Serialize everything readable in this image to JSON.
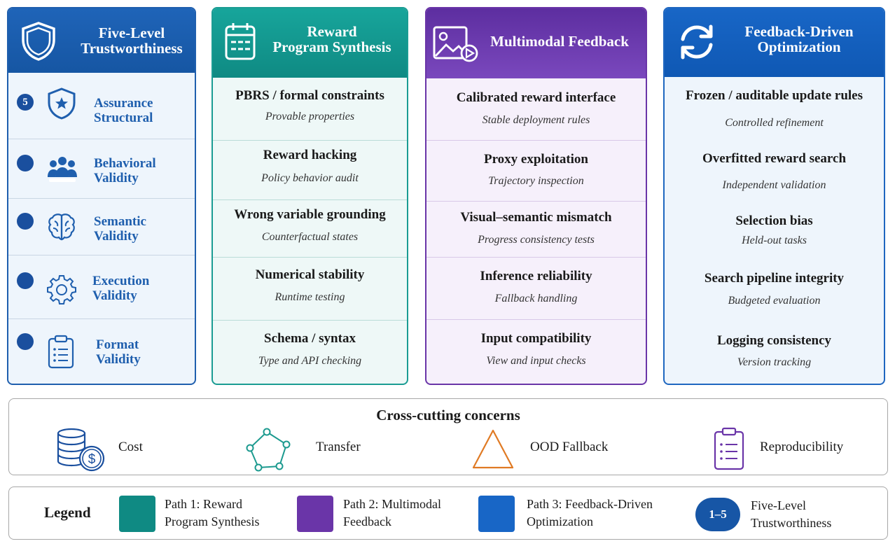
{
  "columns": {
    "levels": {
      "title_line1": "Five-Level",
      "title_line2": "Trustworthiness",
      "items": [
        {
          "badge": "5",
          "line1": "Assurance",
          "line2": "Structural",
          "icon": "shield-star-icon"
        },
        {
          "badge": "",
          "line1": "Behavioral",
          "line2": "Validity",
          "icon": "people-icon"
        },
        {
          "badge": "",
          "line1": "Semantic",
          "line2": "Validity",
          "icon": "brain-icon"
        },
        {
          "badge": "",
          "line1": "Execution",
          "line2": "Validity",
          "icon": "gear-icon"
        },
        {
          "badge": "",
          "line1": "Format",
          "line2": "Validity",
          "icon": "clipboard-list-icon"
        }
      ]
    },
    "reward": {
      "title_line1": "Reward",
      "title_line2": "Program Synthesis",
      "items": [
        {
          "title": "PBRS / formal constraints",
          "sub": "Provable properties"
        },
        {
          "title": "Reward hacking",
          "sub": "Policy behavior audit"
        },
        {
          "title": "Wrong variable grounding",
          "sub": "Counterfactual states"
        },
        {
          "title": "Numerical stability",
          "sub": "Runtime testing"
        },
        {
          "title": "Schema / syntax",
          "sub": "Type and API checking"
        }
      ]
    },
    "multimodal": {
      "title": "Multimodal Feedback",
      "items": [
        {
          "title": "Calibrated reward interface",
          "sub": "Stable deployment rules"
        },
        {
          "title": "Proxy exploitation",
          "sub": "Trajectory inspection"
        },
        {
          "title": "Visual–semantic mismatch",
          "sub": "Progress consistency tests"
        },
        {
          "title": "Inference reliability",
          "sub": "Fallback handling"
        },
        {
          "title": "Input compatibility",
          "sub": "View and input checks"
        }
      ]
    },
    "feedback": {
      "title_line1": "Feedback-Driven",
      "title_line2": "Optimization",
      "items": [
        {
          "title": "Frozen / auditable update rules",
          "sub": "Controlled refinement"
        },
        {
          "title": "Overfitted reward search",
          "sub": "Independent validation"
        },
        {
          "title": "Selection bias",
          "sub": "Held-out tasks"
        },
        {
          "title": "Search pipeline integrity",
          "sub": "Budgeted evaluation"
        },
        {
          "title": "Logging consistency",
          "sub": "Version tracking"
        }
      ]
    }
  },
  "cross_cutting": {
    "title": "Cross-cutting concerns",
    "items": [
      {
        "label": "Cost",
        "icon": "coins-dollar-icon"
      },
      {
        "label": "Transfer",
        "icon": "pentagon-network-icon"
      },
      {
        "label": "OOD Fallback",
        "icon": "triangle-icon"
      },
      {
        "label": "Reproducibility",
        "icon": "clipboard-list-icon"
      }
    ]
  },
  "legend": {
    "title": "Legend",
    "entries": [
      {
        "line1": "Path 1: Reward",
        "line2": "Program Synthesis",
        "color": "#0f8a83"
      },
      {
        "line1": "Path 2: Multimodal",
        "line2": "Feedback",
        "color": "#6a35a8"
      },
      {
        "line1": "Path 3: Feedback-Driven",
        "line2": "Optimization",
        "color": "#1866c6"
      }
    ],
    "pill": "1–5",
    "pill_line1": "Five-Level",
    "pill_line2": "Trustworthiness"
  },
  "colors": {
    "level_blue": "#1f5fae",
    "teal": "#0f8a83",
    "purple": "#6a35a8",
    "blue": "#1866c6",
    "ood_orange": "#e07a24"
  }
}
